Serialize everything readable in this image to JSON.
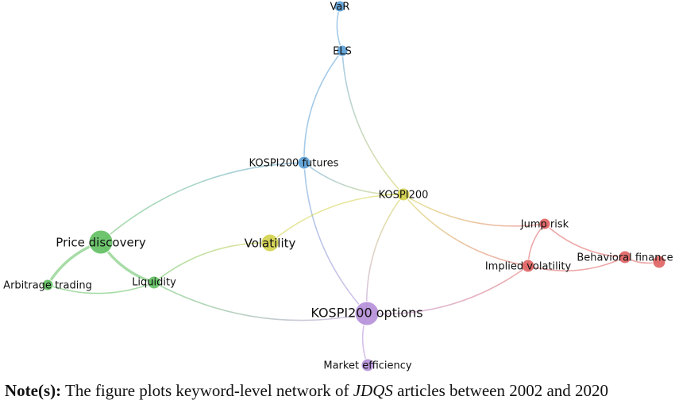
{
  "colors": {
    "blue": "#5a9fd6",
    "green": "#5fbf5f",
    "yellow": "#d3d14a",
    "red": "#e06060",
    "purple": "#b48ed8"
  },
  "nodes": [
    {
      "id": "var",
      "label": "VaR",
      "color": "#5a9fd6"
    },
    {
      "id": "els",
      "label": "ELS",
      "color": "#5a9fd6"
    },
    {
      "id": "kospi200_futures",
      "label": "KOSPI200 futures",
      "color": "#5a9fd6"
    },
    {
      "id": "kospi200",
      "label": "KOSPI200",
      "color": "#d3d14a"
    },
    {
      "id": "volatility",
      "label": "Volatility",
      "color": "#d3d14a"
    },
    {
      "id": "price_discovery",
      "label": "Price discovery",
      "color": "#5fbf5f"
    },
    {
      "id": "arbitrage_trading",
      "label": "Arbitrage trading",
      "color": "#5fbf5f"
    },
    {
      "id": "liquidity",
      "label": "Liquidity",
      "color": "#5fbf5f"
    },
    {
      "id": "kospi200_options",
      "label": "KOSPI200 options",
      "color": "#b48ed8"
    },
    {
      "id": "market_efficiency",
      "label": "Market efficiency",
      "color": "#b48ed8"
    },
    {
      "id": "jump_risk",
      "label": "Jump risk",
      "color": "#e06060"
    },
    {
      "id": "implied_volatility",
      "label": "Implied volatility",
      "color": "#e06060"
    },
    {
      "id": "behavioral_finance",
      "label": "Behavioral finance",
      "color": "#e06060"
    },
    {
      "id": "red_extra",
      "label": "",
      "color": "#e06060"
    }
  ],
  "edges": [
    {
      "from": "var",
      "to": "els"
    },
    {
      "from": "els",
      "to": "kospi200_futures"
    },
    {
      "from": "els",
      "to": "kospi200"
    },
    {
      "from": "kospi200_futures",
      "to": "price_discovery"
    },
    {
      "from": "kospi200_futures",
      "to": "kospi200"
    },
    {
      "from": "kospi200_futures",
      "to": "kospi200_options"
    },
    {
      "from": "kospi200",
      "to": "volatility"
    },
    {
      "from": "kospi200",
      "to": "kospi200_options"
    },
    {
      "from": "kospi200",
      "to": "jump_risk"
    },
    {
      "from": "kospi200",
      "to": "implied_volatility"
    },
    {
      "from": "volatility",
      "to": "liquidity"
    },
    {
      "from": "price_discovery",
      "to": "liquidity"
    },
    {
      "from": "price_discovery",
      "to": "arbitrage_trading"
    },
    {
      "from": "arbitrage_trading",
      "to": "liquidity"
    },
    {
      "from": "liquidity",
      "to": "kospi200_options"
    },
    {
      "from": "kospi200_options",
      "to": "market_efficiency"
    },
    {
      "from": "kospi200_options",
      "to": "implied_volatility"
    },
    {
      "from": "jump_risk",
      "to": "implied_volatility"
    },
    {
      "from": "jump_risk",
      "to": "behavioral_finance"
    },
    {
      "from": "implied_volatility",
      "to": "behavioral_finance"
    },
    {
      "from": "behavioral_finance",
      "to": "red_extra"
    }
  ],
  "note": {
    "label": "Note(s):",
    "text_before": " The figure plots keyword-level network of ",
    "journal": "JDQS",
    "text_after": " articles between 2002 and 2020"
  }
}
